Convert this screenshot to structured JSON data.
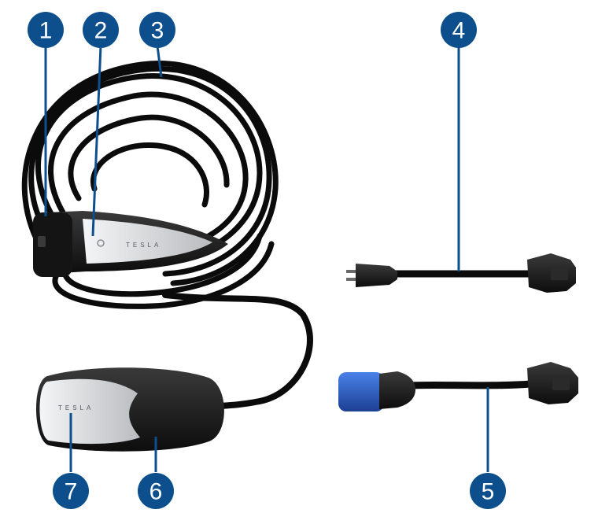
{
  "colors": {
    "callout_fill": "#0d4f8c",
    "callout_text": "#ffffff",
    "cable": "#0b0b0b",
    "body_dark": "#1c1c1c",
    "body_light": "#e9eaeb",
    "blue_plug": "#2b5fc7"
  },
  "brand": {
    "handle_logo": "TESLA",
    "unit_logo": "TESLA"
  },
  "callouts": [
    {
      "label": "1"
    },
    {
      "label": "2"
    },
    {
      "label": "3"
    },
    {
      "label": "4"
    },
    {
      "label": "5"
    },
    {
      "label": "6"
    },
    {
      "label": "7"
    }
  ]
}
